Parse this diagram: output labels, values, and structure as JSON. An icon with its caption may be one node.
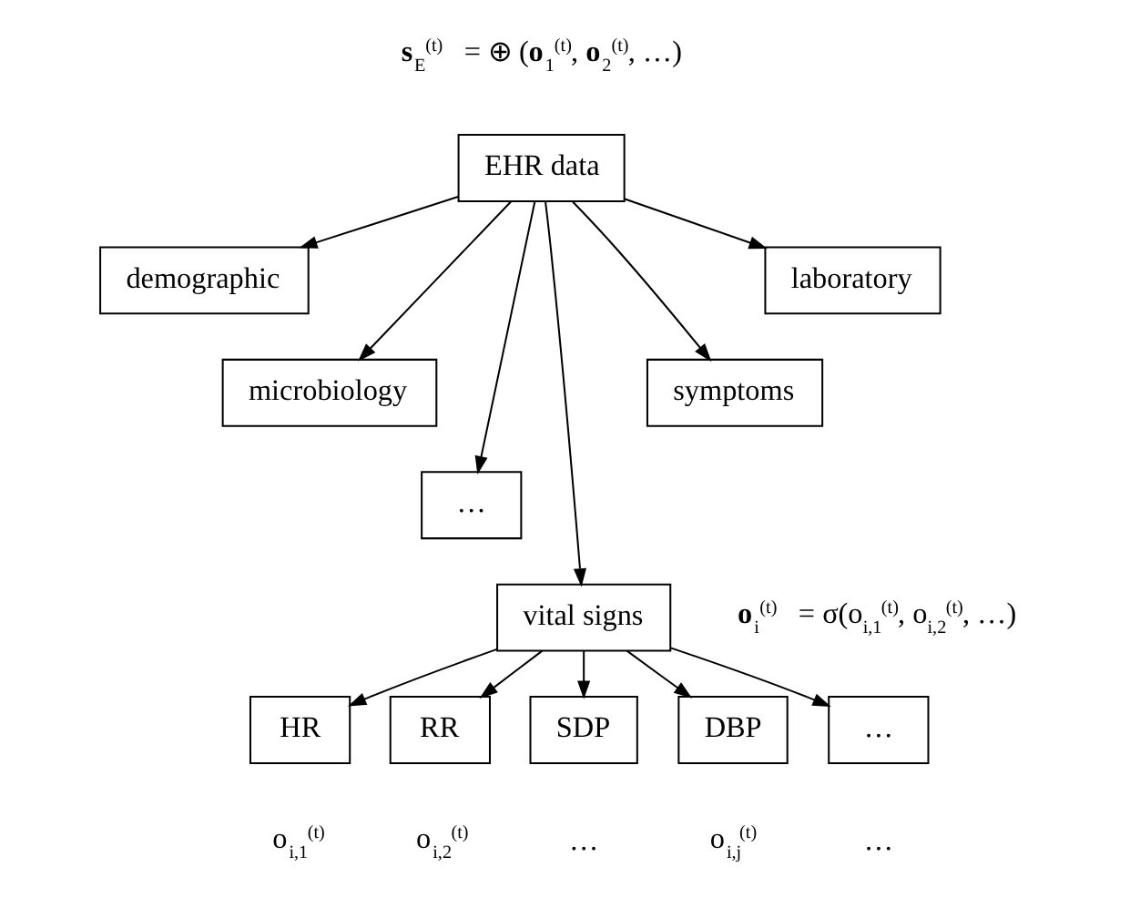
{
  "diagram": {
    "nodes": [
      {
        "text": [
          "EHR data"
        ],
        "beside": [
          "**s**$_{E}$$^{(t)}$ = ⊕ (**o**$_{1}$$^{(t)}$, **o**$_{2}$$^{(t)}$, …)"
        ]
      },
      {
        "text": [
          "demographic"
        ]
      },
      {
        "text": [
          "microbiology"
        ]
      },
      {
        "text": [
          "…"
        ]
      },
      {
        "text": [
          "vital signs"
        ]
      },
      {
        "text": [
          "symptoms"
        ]
      },
      {
        "text": [
          "laboratory"
        ]
      },
      {
        "text": [
          "HR"
        ],
        "beside": [
          "o$_{i,1}$$^{(t)}$"
        ]
      },
      {
        "text": [
          "RR"
        ],
        "beside": [
          "o$_{i,2}$$^{(t)}$"
        ]
      },
      {
        "text": [
          "SDP"
        ],
        "beside": [
          "…"
        ]
      },
      {
        "text": [
          "DBP"
        ],
        "beside": [
          "o$_{i,j}$$^{(t)}$"
        ]
      },
      {
        "text": [
          "…"
        ],
        "beside": [
          "…"
        ]
      }
    ],
    "edges": [
      {
        "from": 0,
        "to": 1,
        "arrow": "to"
      },
      {
        "from": 0,
        "to": 2,
        "arrow": "to"
      },
      {
        "from": 0,
        "to": 3,
        "arrow": "to"
      },
      {
        "from": 0,
        "to": 4,
        "arrow": "to"
      },
      {
        "from": 0,
        "to": 5,
        "arrow": "to"
      },
      {
        "from": 0,
        "to": 6,
        "arrow": "to"
      },
      {
        "from": 4,
        "to": 7,
        "arrow": "to"
      },
      {
        "from": 4,
        "to": 8,
        "arrow": "to"
      },
      {
        "from": 4,
        "to": 9,
        "arrow": "to"
      },
      {
        "from": 4,
        "to": 10,
        "arrow": "to"
      },
      {
        "from": 4,
        "to": 11,
        "arrow": "to"
      }
    ],
    "labels": [
      "**o**$_{i}$$^{(t)}$ = σ(o$_{i,1}$$^{(t)}$, o$_{i,2}$$^{(t)}$, …)"
    ]
  }
}
